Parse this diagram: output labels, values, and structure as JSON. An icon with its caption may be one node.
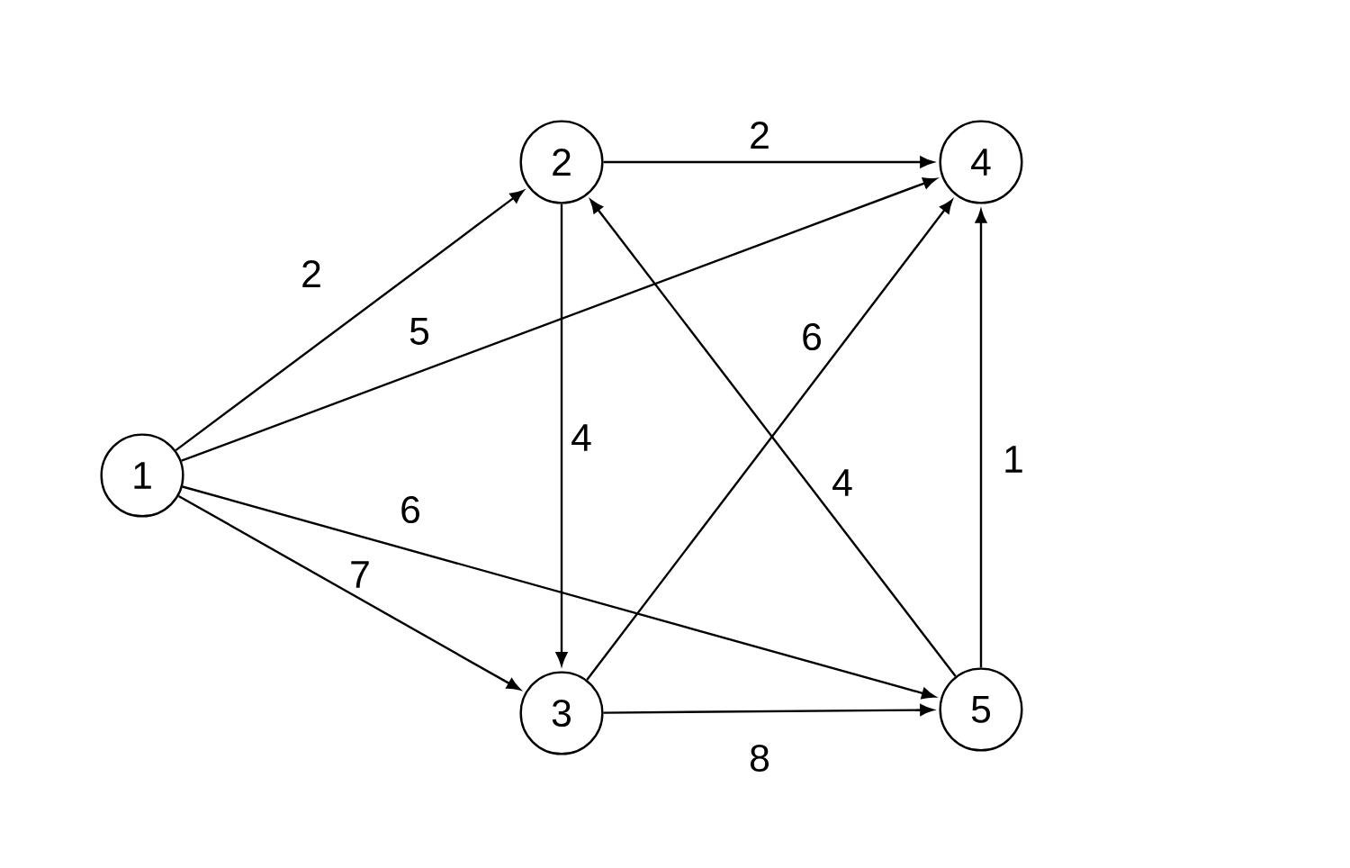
{
  "diagram": {
    "nodes": [
      {
        "text": [
          "1"
        ]
      },
      {
        "text": [
          "2"
        ]
      },
      {
        "text": [
          "3"
        ]
      },
      {
        "text": [
          "4"
        ]
      },
      {
        "text": [
          "5"
        ]
      }
    ],
    "edges": [
      {
        "from": 0,
        "to": 1,
        "arrow": "to",
        "label": "2"
      },
      {
        "from": 0,
        "to": 3,
        "arrow": "to",
        "label": "5"
      },
      {
        "from": 0,
        "to": 4,
        "arrow": "to",
        "label": "6"
      },
      {
        "from": 0,
        "to": 2,
        "arrow": "to",
        "label": "7"
      },
      {
        "from": 1,
        "to": 3,
        "arrow": "to",
        "label": "2"
      },
      {
        "from": 1,
        "to": 2,
        "arrow": "to",
        "label": "4"
      },
      {
        "from": 2,
        "to": 3,
        "arrow": "to",
        "label": "6"
      },
      {
        "from": 4,
        "to": 1,
        "arrow": "to",
        "label": "4"
      },
      {
        "from": 4,
        "to": 3,
        "arrow": "to",
        "label": "1"
      },
      {
        "from": 2,
        "to": 4,
        "arrow": "to",
        "label": "8"
      }
    ]
  }
}
